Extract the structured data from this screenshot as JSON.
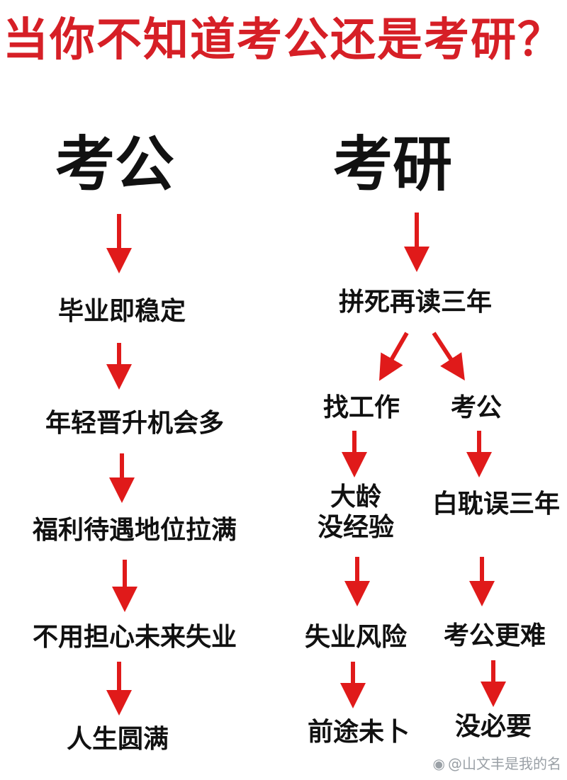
{
  "title": "当你不知道考公还是考研？",
  "left": {
    "heading": "考公",
    "steps": [
      "毕业即稳定",
      "年轻晋升机会多",
      "福利待遇地位拉满",
      "不用担心未来失业",
      "人生圆满"
    ]
  },
  "right": {
    "heading": "考研",
    "root": "拼死再读三年",
    "branch_a": {
      "label": "找工作",
      "steps": [
        "大龄",
        "没经验",
        "失业风险",
        "前途未卜"
      ]
    },
    "branch_b": {
      "label": "考公",
      "steps": [
        "白耽误三年",
        "考公更难",
        "没必要"
      ]
    }
  },
  "watermark": "@山文丰是我的名",
  "colors": {
    "title": "#d61f26",
    "arrow": "#e01a1a",
    "text": "#111111"
  }
}
